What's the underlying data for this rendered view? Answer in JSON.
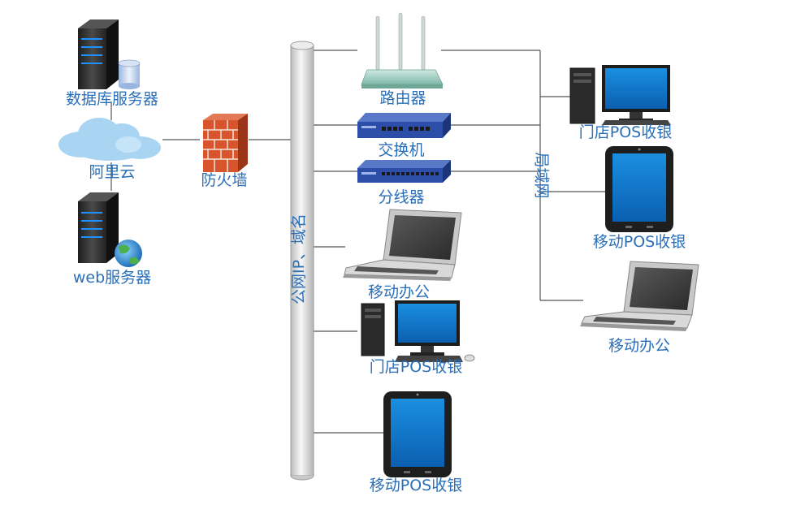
{
  "labels": {
    "db_server": "数据库服务器",
    "aliyun": "阿里云",
    "web_server": "web服务器",
    "firewall": "防火墙",
    "router": "路由器",
    "switch": "交换机",
    "splitter": "分线器",
    "mobile_office_left": "移动办公",
    "store_pos_left": "门店POS收银",
    "mobile_pos_left": "移动POS收银",
    "store_pos_right": "门店POS收银",
    "mobile_pos_right": "移动POS收银",
    "mobile_office_right": "移动办公",
    "public_bus": "公网IP、域名",
    "lan": "局域网"
  },
  "icons": {
    "db_server": "database-server-icon",
    "aliyun": "cloud-icon",
    "web_server": "web-server-icon",
    "firewall": "brick-firewall-icon",
    "router": "wireless-router-icon",
    "switch": "network-switch-icon",
    "splitter": "network-hub-icon",
    "laptop": "laptop-icon",
    "desktop": "desktop-computer-icon",
    "tablet": "tablet-icon"
  },
  "colors": {
    "label": "#2a6fb8",
    "line": "#555555",
    "switch_blue": "#2d4ea8",
    "firewall_brick": "#d8542c",
    "cloud": "#a9d5f2"
  }
}
